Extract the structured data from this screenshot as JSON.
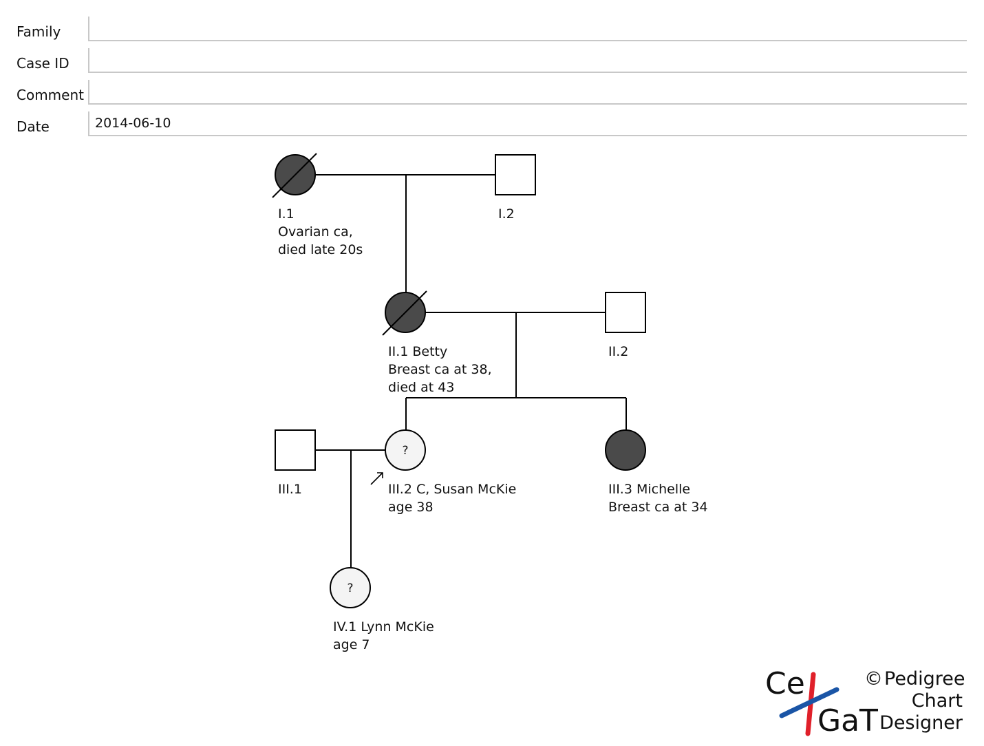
{
  "form": {
    "family": {
      "label": "Family",
      "value": ""
    },
    "case_id": {
      "label": "Case ID",
      "value": ""
    },
    "comment": {
      "label": "Comment",
      "value": ""
    },
    "date": {
      "label": "Date",
      "value": "2014-06-10"
    }
  },
  "pedigree": {
    "colors": {
      "affected": "#4a4a4a",
      "unknown": "#f4f4f4",
      "unaffected": "#ffffff",
      "line": "#000000"
    },
    "individuals": [
      {
        "id": "I.1",
        "sex": "female",
        "status": "affected",
        "deceased": true,
        "question": "",
        "label_lines": [
          "I.1",
          "Ovarian ca,",
          "died late 20s"
        ]
      },
      {
        "id": "I.2",
        "sex": "male",
        "status": "unaffected",
        "deceased": false,
        "question": "",
        "label_lines": [
          "I.2"
        ]
      },
      {
        "id": "II.1",
        "sex": "female",
        "status": "affected",
        "deceased": true,
        "question": "",
        "label_lines": [
          "II.1 Betty",
          "Breast ca at 38,",
          "died at 43"
        ]
      },
      {
        "id": "II.2",
        "sex": "male",
        "status": "unaffected",
        "deceased": false,
        "question": "",
        "label_lines": [
          "II.2"
        ]
      },
      {
        "id": "III.1",
        "sex": "male",
        "status": "unaffected",
        "deceased": false,
        "question": "",
        "label_lines": [
          "III.1"
        ]
      },
      {
        "id": "III.2",
        "sex": "female",
        "status": "unknown",
        "deceased": false,
        "question": "?",
        "proband": true,
        "label_lines": [
          "III.2 C, Susan McKie",
          "age 38"
        ]
      },
      {
        "id": "III.3",
        "sex": "female",
        "status": "affected",
        "deceased": false,
        "question": "",
        "label_lines": [
          "III.3 Michelle",
          "Breast ca at 34"
        ]
      },
      {
        "id": "IV.1",
        "sex": "female",
        "status": "unknown",
        "deceased": false,
        "question": "?",
        "label_lines": [
          "IV.1 Lynn McKie",
          "age 7"
        ]
      }
    ]
  },
  "logo": {
    "line1": "Ce",
    "line2": "GaT",
    "copyright": "©",
    "caption_lines": [
      "Pedigree",
      "Chart",
      "Designer"
    ],
    "colors": {
      "red": "#e0202a",
      "blue": "#1a55a6"
    }
  }
}
